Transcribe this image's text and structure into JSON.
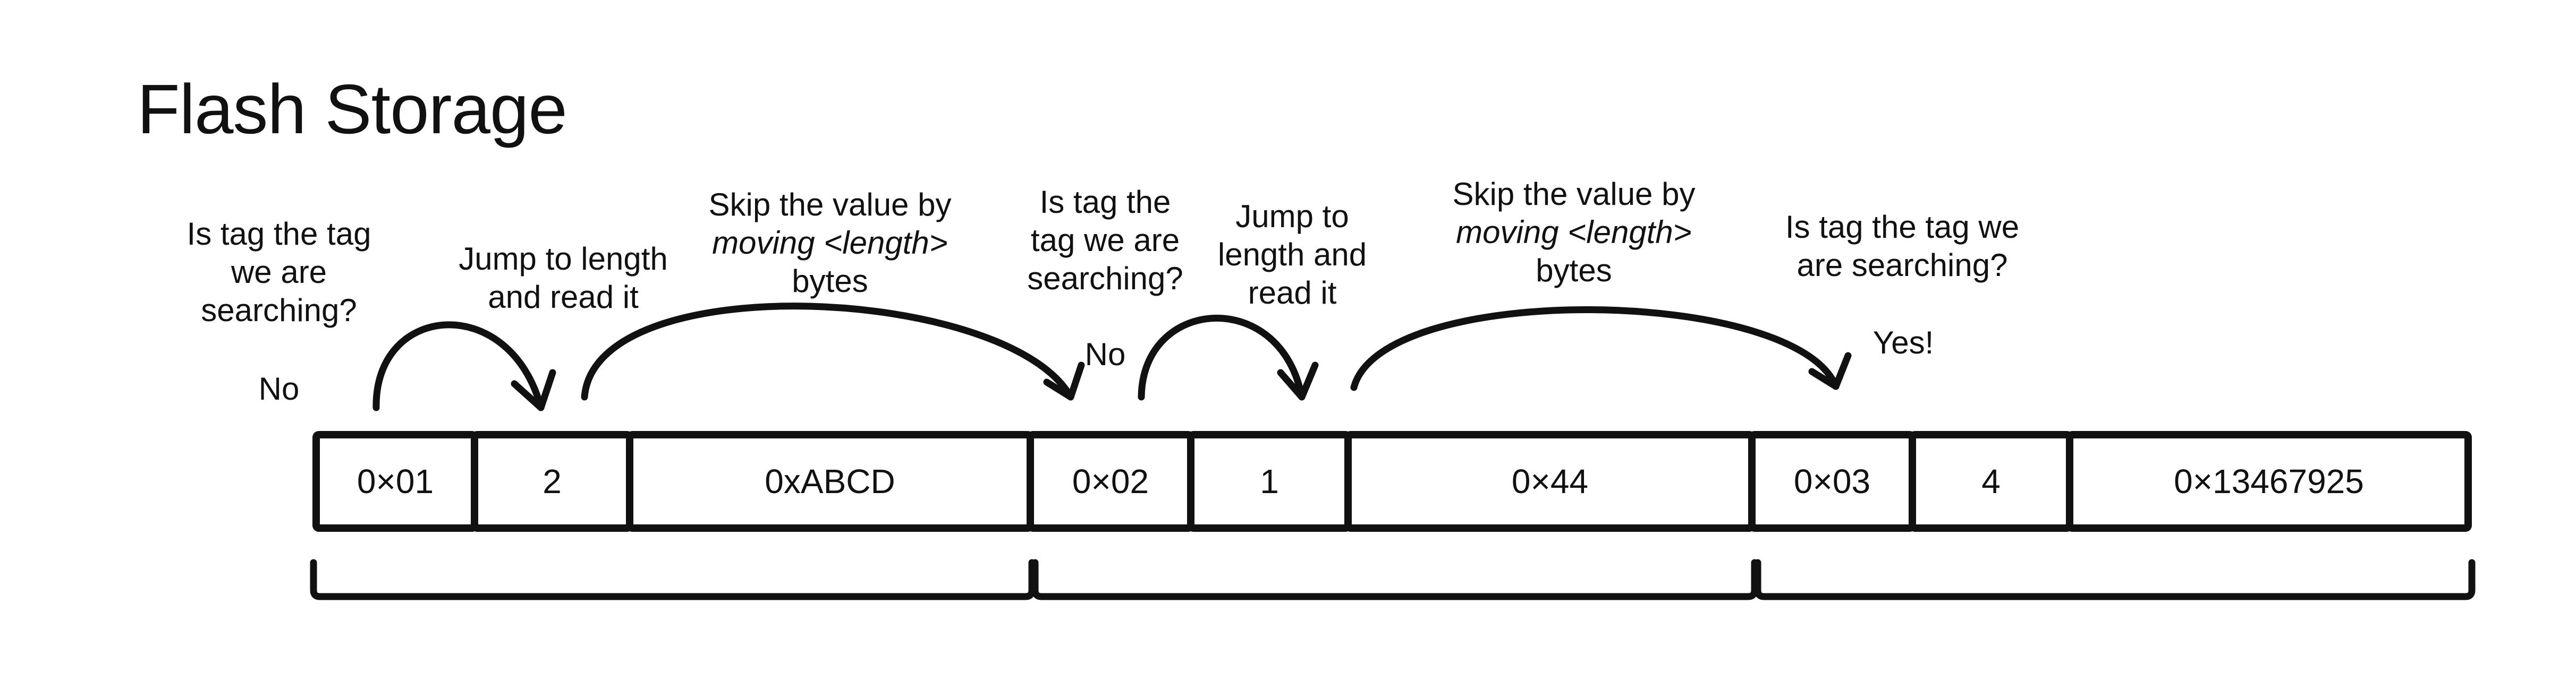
{
  "title": "Flash Storage",
  "annotations": {
    "is_tag_1": [
      "Is tag the tag",
      "we are",
      "searching?"
    ],
    "no_1": "No",
    "jump_1": [
      "Jump to length",
      "and read it"
    ],
    "skip_1": [
      "Skip the value by",
      "moving <length>",
      "bytes"
    ],
    "is_tag_2": [
      "Is tag the",
      "tag we are",
      "searching?"
    ],
    "no_2": "No",
    "jump_2": [
      "Jump to",
      "length and",
      "read it"
    ],
    "skip_2": [
      "Skip the value by",
      "moving <length>",
      "bytes"
    ],
    "is_tag_3": [
      "Is tag the tag we",
      "are searching?"
    ],
    "yes_3": "Yes!"
  },
  "records": [
    {
      "tag": "0×01",
      "length": "2",
      "value": "0xABCD"
    },
    {
      "tag": "0×02",
      "length": "1",
      "value": "0×44"
    },
    {
      "tag": "0×03",
      "length": "4",
      "value": "0×13467925"
    }
  ]
}
